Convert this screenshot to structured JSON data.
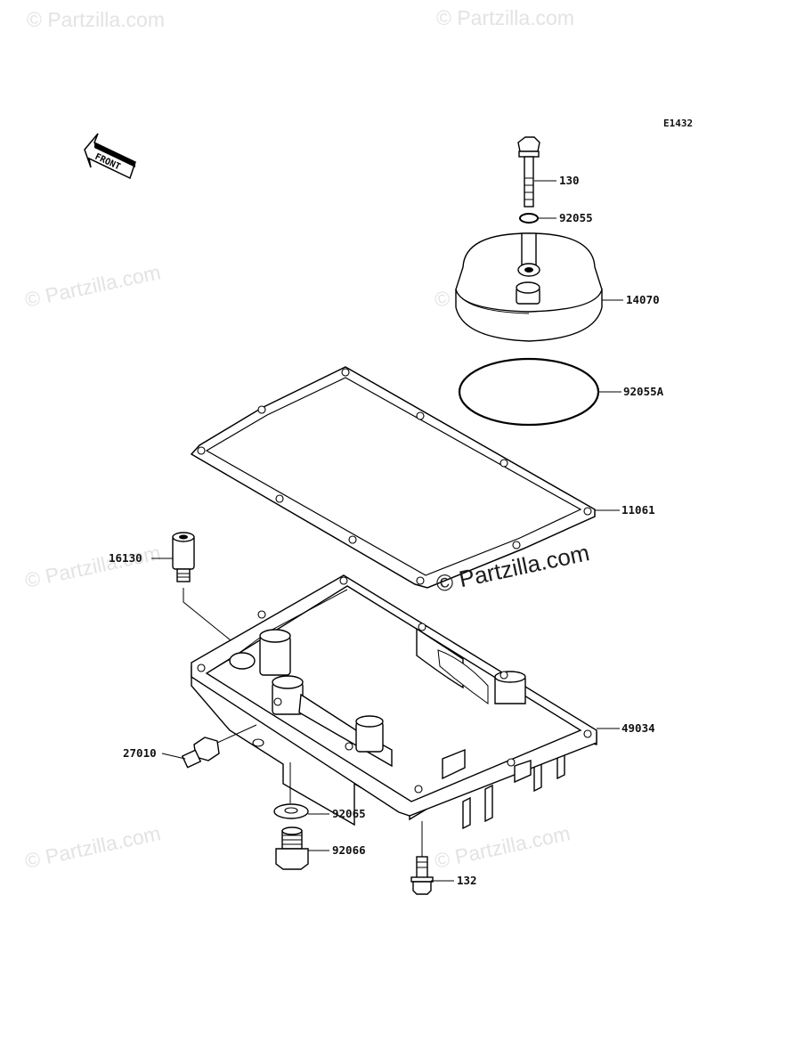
{
  "diagram_code": "E1432",
  "front_label": "FRONT",
  "watermark": {
    "faint_text": "© Partzilla.com",
    "main_text": "© Partzilla.com"
  },
  "callouts": {
    "p130": "130",
    "p92055": "92055",
    "p14070": "14070",
    "p92055A": "92055A",
    "p11061": "11061",
    "p16130": "16130",
    "p49034": "49034",
    "p27010": "27010",
    "p92065": "92065",
    "p92066": "92066",
    "p132": "132"
  },
  "colors": {
    "line": "#000000",
    "watermark": "#e3e3e3",
    "background": "#ffffff"
  }
}
